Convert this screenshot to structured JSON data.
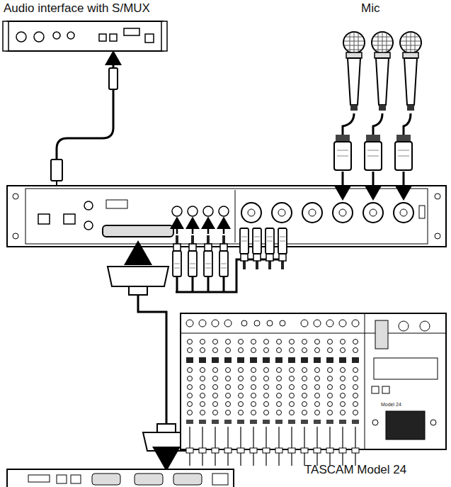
{
  "diagram": {
    "nodes": [
      {
        "text": [
          "Audio interface with S/MUX"
        ]
      },
      {
        "text": [
          "Mic"
        ]
      },
      {
        "text": [
          "TASCAM Model 24"
        ]
      }
    ],
    "labels": [
      "Model 24"
    ]
  }
}
